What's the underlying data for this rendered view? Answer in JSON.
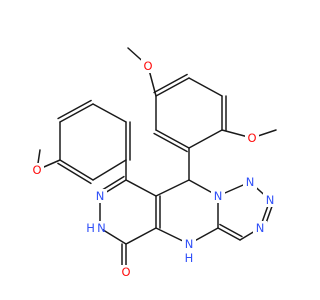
{
  "colors": {
    "background": "#ffffff",
    "bond": "#1a1a1a",
    "O": "#ff0d0d",
    "N": "#3050f8"
  },
  "labels": {
    "O_top_left": "O",
    "O_top_right": "O",
    "O_right": "O",
    "O_bottom": "O",
    "N_hydrazone": "N",
    "NH_pyridazinone": "H N",
    "N_tetrazole_left": "N",
    "N_tetrazole_top": "N",
    "N_tetrazole_right": "N",
    "N_tetrazole_bottom": "N",
    "NH_bridge": "N",
    "H_bridge": "H"
  }
}
